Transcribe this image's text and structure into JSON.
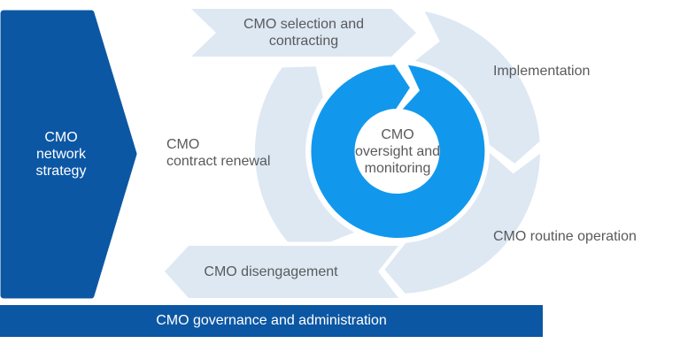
{
  "colors": {
    "dark_blue": "#0c57a4",
    "bright_blue": "#1198ec",
    "light_blue": "#dde8f3",
    "label_gray": "#595a5c",
    "white": "#ffffff"
  },
  "strategy_arrow": {
    "lines": [
      "CMO",
      "network",
      "strategy"
    ]
  },
  "cycle": {
    "selection_banner": {
      "lines": [
        "CMO selection and",
        "contracting"
      ]
    },
    "implementation_label": "Implementation",
    "routine_label": "CMO routine operation",
    "disengagement_banner": {
      "label": "CMO disengagement"
    },
    "renewal_label": {
      "lines": [
        "CMO",
        "contract renewal"
      ]
    },
    "center": {
      "lines": [
        "CMO",
        "oversight and",
        "monitoring"
      ]
    }
  },
  "governance_bar": {
    "label": "CMO governance and administration"
  }
}
